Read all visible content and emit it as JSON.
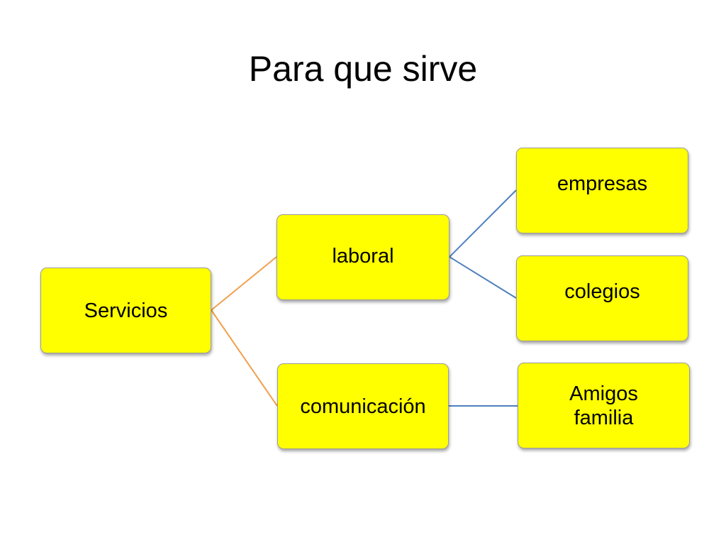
{
  "title": "Para que sirve",
  "colors": {
    "node_fill": "#ffff00",
    "node_border": "#9a9a9a",
    "root_connector": "#f0a050",
    "child_connector": "#4f81bd"
  },
  "diagram": {
    "root": {
      "label": "Servicios"
    },
    "branches": [
      {
        "label": "laboral",
        "children": [
          {
            "label": "empresas"
          },
          {
            "label": "colegios"
          }
        ]
      },
      {
        "label": "comunicación",
        "children": [
          {
            "label": "Amigos\nfamilia"
          }
        ]
      }
    ]
  }
}
